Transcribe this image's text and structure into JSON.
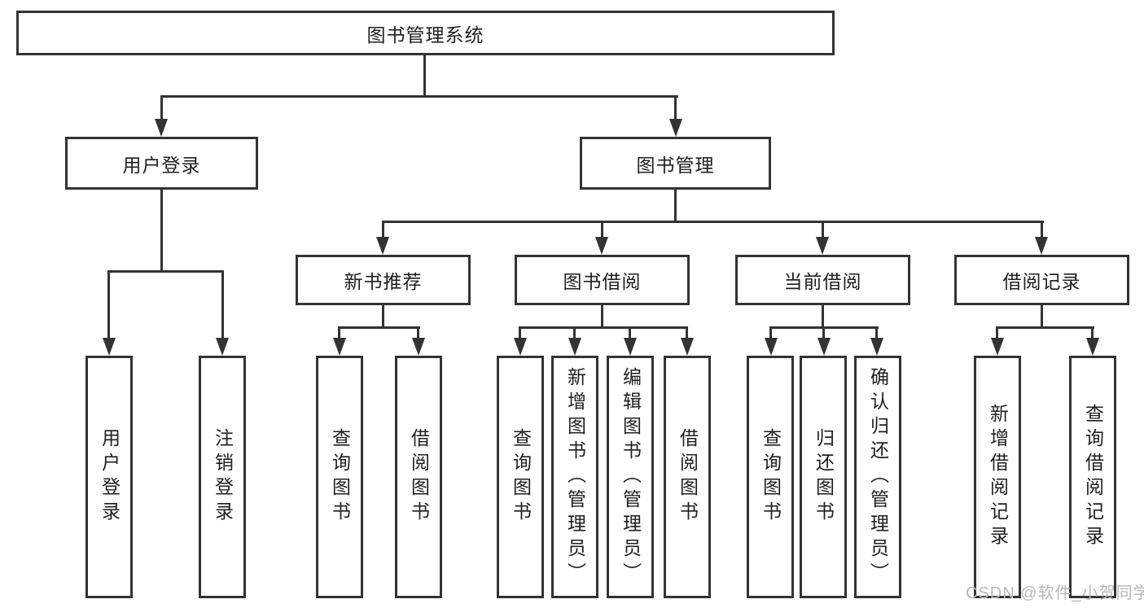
{
  "diagram_type": "hierarchy-tree",
  "root": {
    "label": "图书管理系统"
  },
  "branches": [
    {
      "label": "用户登录",
      "children": [
        {
          "label": "用户登录"
        },
        {
          "label": "注销登录"
        }
      ]
    },
    {
      "label": "图书管理",
      "children": [
        {
          "label": "新书推荐",
          "children": [
            {
              "label": "查询图书"
            },
            {
              "label": "借阅图书"
            }
          ]
        },
        {
          "label": "图书借阅",
          "children": [
            {
              "label": "查询图书"
            },
            {
              "label": "新增图书（管理员）"
            },
            {
              "label": "编辑图书（管理员）"
            },
            {
              "label": "借阅图书"
            }
          ]
        },
        {
          "label": "当前借阅",
          "children": [
            {
              "label": "查询图书"
            },
            {
              "label": "归还图书"
            },
            {
              "label": "确认归还（管理员）"
            }
          ]
        },
        {
          "label": "借阅记录",
          "children": [
            {
              "label": "新增借阅记录"
            },
            {
              "label": "查询借阅记录"
            }
          ]
        }
      ]
    }
  ],
  "watermark": {
    "text": "CSDN @软件_小贺同学",
    "color": "#b4b8be"
  },
  "colors": {
    "line": "#333333",
    "box_border": "#333333",
    "box_fill": "#ffffff",
    "text": "#1f1f1f",
    "background": "#ffffff"
  }
}
